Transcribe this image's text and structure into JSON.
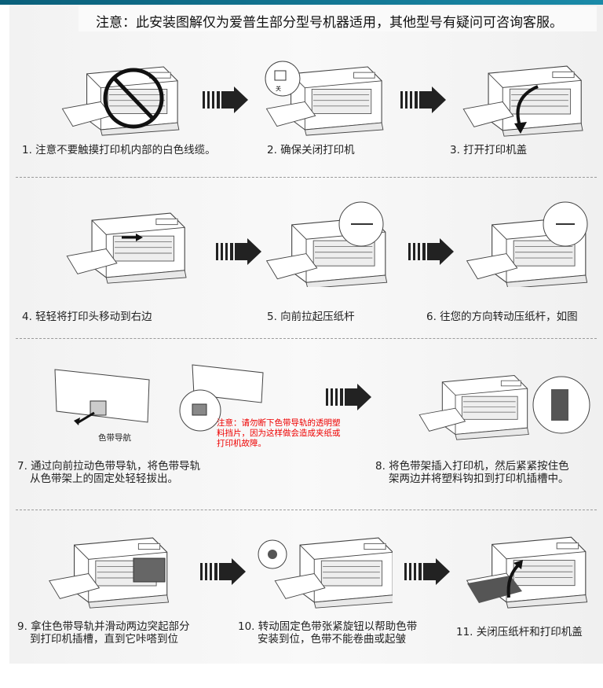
{
  "notice": "注意：此安装图解仅为爱普生部分型号机器适用，其他型号有疑问可咨询客服。",
  "steps": [
    {
      "caption": "1. 注意不要触摸打印机内部的白色线缆。"
    },
    {
      "caption": "2. 确保关闭打印机",
      "illustration_label": "关"
    },
    {
      "caption": "3. 打开打印机盖"
    },
    {
      "caption": "4. 轻轻将打印头移动到右边"
    },
    {
      "caption": "5. 向前拉起压纸杆"
    },
    {
      "caption": "6. 往您的方向转动压纸杆，如图"
    },
    {
      "caption_line1": "7. 通过向前拉动色带导轨，将色带导轨",
      "caption_line2": "从色带架上的固定处轻轻拔出。",
      "part_label": "色带导航",
      "warning": "注意：请勿断下色带导轨的透明塑料挡片，因为这样做会造成夹纸或打印机故障。"
    },
    {
      "caption_line1": "8. 将色带架插入打印机，然后紧紧按住色",
      "caption_line2": "架两边并将塑料钩扣到打印机插槽中。"
    },
    {
      "caption_line1": "9. 拿住色带导轨并滑动两边突起部分",
      "caption_line2": "到打印机插槽，直到它咔嗒到位"
    },
    {
      "caption_line1": "10. 转动固定色带张紧旋钮以帮助色带",
      "caption_line2": "安装到位，色带不能卷曲或起皱"
    },
    {
      "caption": "11. 关闭压纸杆和打印机盖"
    }
  ]
}
